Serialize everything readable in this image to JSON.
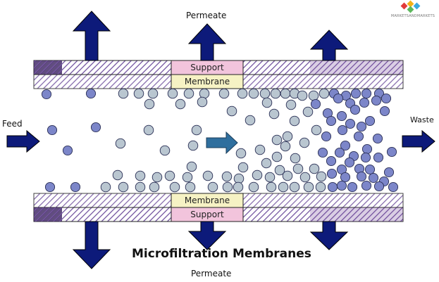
{
  "labels": {
    "permeate_top": "Permeate",
    "permeate_bottom": "Permeate",
    "feed": "Feed",
    "waste": "Waste",
    "title": "Microfiltration Membranes"
  },
  "layers": {
    "top_support": "Support",
    "top_membrane": "Membrane",
    "bottom_membrane": "Membrane",
    "bottom_support": "Support"
  },
  "logo": {
    "text": "MARKETSANDMARKETS",
    "colors": [
      "#e23a3a",
      "#f2b21a",
      "#3aa9e0",
      "#5cb85c"
    ]
  },
  "colors": {
    "arrow_navy": "#0d1a7a",
    "flow_arrow": "#2f6f9e",
    "particle_small": "#b9c6d0",
    "particle_large": "#7c86c9",
    "support_fill": "#f2c4dc",
    "membrane_fill": "#f6f2c4",
    "band_purple": "#7a4f9e"
  },
  "icons": {
    "permeate": "up-arrow-icon",
    "feed": "right-arrow-icon",
    "waste": "right-arrow-icon",
    "permeate_down": "down-arrow-icon"
  }
}
